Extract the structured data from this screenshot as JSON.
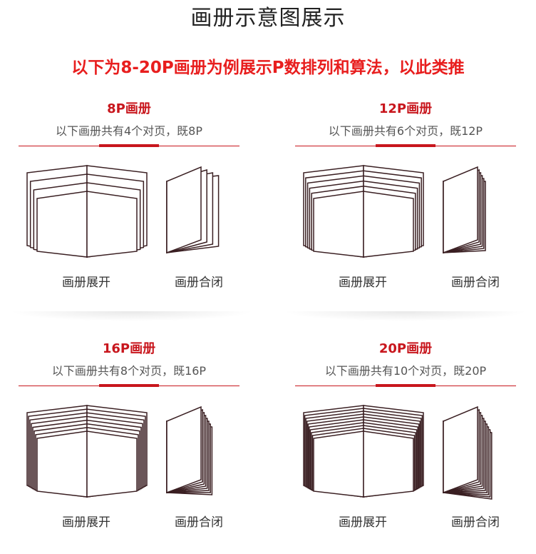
{
  "header": {
    "title": "画册示意图展示",
    "subtitle": "以下为8-20P画册为例展示P数排列和算法，以此类推"
  },
  "colors": {
    "accent": "#c8161d",
    "subtitle": "#e81e1e",
    "line": "#3a1f22"
  },
  "panels": [
    {
      "title": "8P画册",
      "desc": "以下画册共有4个对页，既8P",
      "spreads": 4,
      "open_label": "画册展开",
      "closed_label": "画册合闭"
    },
    {
      "title": "12P画册",
      "desc": "以下画册共有6个对页，既12P",
      "spreads": 6,
      "open_label": "画册展开",
      "closed_label": "画册合闭"
    },
    {
      "title": "16P画册",
      "desc": "以下画册共有8个对页，既16P",
      "spreads": 8,
      "open_label": "画册展开",
      "closed_label": "画册合闭"
    },
    {
      "title": "20P画册",
      "desc": "以下画册共有10个对页，既20P",
      "spreads": 10,
      "open_label": "画册展开",
      "closed_label": "画册合闭"
    }
  ]
}
